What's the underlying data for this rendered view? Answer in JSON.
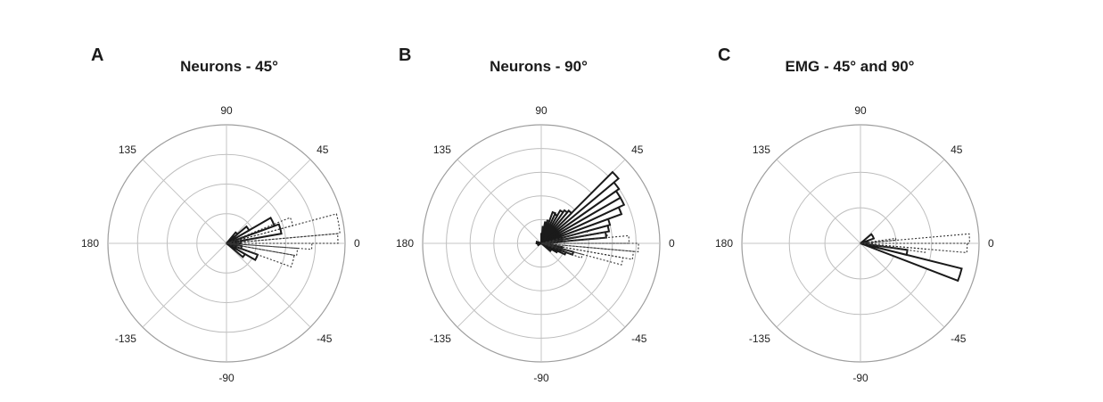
{
  "colors": {
    "solid": "#1a1a1a",
    "dotted": "#333333",
    "grid": "#bdbdbd"
  },
  "chart_data": [
    {
      "type": "polar-histogram",
      "letter": "A",
      "title": "Neurons - 45°",
      "angle_labels": [
        "0",
        "45",
        "90",
        "135",
        "180",
        "-135",
        "-90",
        "-45"
      ],
      "grid": true,
      "rmax": 1.0,
      "rings": [
        0.25,
        0.5,
        0.75,
        1.0
      ],
      "series": [
        {
          "style": "solid",
          "bins": [
            {
              "a0": -40,
              "a1": -30,
              "r": 0.18
            },
            {
              "a0": -30,
              "a1": -20,
              "r": 0.28
            },
            {
              "a0": -20,
              "a1": -10,
              "r": 0.13
            },
            {
              "a0": -10,
              "a1": 0,
              "r": 0.06
            },
            {
              "a0": 0,
              "a1": 10,
              "r": 0.12
            },
            {
              "a0": 10,
              "a1": 20,
              "r": 0.47
            },
            {
              "a0": 20,
              "a1": 30,
              "r": 0.43
            },
            {
              "a0": 30,
              "a1": 40,
              "r": 0.22
            },
            {
              "a0": 40,
              "a1": 50,
              "r": 0.12
            }
          ]
        },
        {
          "style": "dotted",
          "bins": [
            {
              "a0": -20,
              "a1": -10,
              "r": 0.58
            },
            {
              "a0": -10,
              "a1": -4,
              "r": 0.6
            },
            {
              "a0": -4,
              "a1": 0,
              "r": 0.72
            },
            {
              "a0": 0,
              "a1": 5,
              "r": 0.94
            },
            {
              "a0": 5,
              "a1": 15,
              "r": 0.96
            },
            {
              "a0": 15,
              "a1": 22,
              "r": 0.58
            }
          ]
        }
      ]
    },
    {
      "type": "polar-histogram",
      "letter": "B",
      "title": "Neurons - 90°",
      "angle_labels": [
        "0",
        "45",
        "90",
        "135",
        "180",
        "-135",
        "-90",
        "-45"
      ],
      "grid": true,
      "rmax": 1.0,
      "rings": [
        0.2,
        0.4,
        0.6,
        0.8,
        1.0
      ],
      "series": [
        {
          "style": "solid",
          "bins": [
            {
              "a0": 0,
              "a1": 5,
              "r": 0.08
            },
            {
              "a0": 5,
              "a1": 10,
              "r": 0.55
            },
            {
              "a0": 10,
              "a1": 15,
              "r": 0.58
            },
            {
              "a0": 15,
              "a1": 20,
              "r": 0.6
            },
            {
              "a0": 20,
              "a1": 25,
              "r": 0.72
            },
            {
              "a0": 25,
              "a1": 30,
              "r": 0.77
            },
            {
              "a0": 30,
              "a1": 35,
              "r": 0.77
            },
            {
              "a0": 35,
              "a1": 40,
              "r": 0.8
            },
            {
              "a0": 40,
              "a1": 45,
              "r": 0.85
            },
            {
              "a0": 45,
              "a1": 50,
              "r": 0.36
            },
            {
              "a0": 50,
              "a1": 55,
              "r": 0.34
            },
            {
              "a0": 55,
              "a1": 60,
              "r": 0.32
            },
            {
              "a0": 60,
              "a1": 65,
              "r": 0.27
            },
            {
              "a0": 65,
              "a1": 70,
              "r": 0.28
            },
            {
              "a0": 70,
              "a1": 75,
              "r": 0.2
            },
            {
              "a0": 75,
              "a1": 80,
              "r": 0.18
            },
            {
              "a0": 80,
              "a1": 85,
              "r": 0.14
            },
            {
              "a0": 85,
              "a1": 90,
              "r": 0.08
            },
            {
              "a0": -10,
              "a1": -5,
              "r": 0.08
            },
            {
              "a0": -15,
              "a1": -10,
              "r": 0.18
            },
            {
              "a0": -20,
              "a1": -15,
              "r": 0.28
            },
            {
              "a0": -25,
              "a1": -20,
              "r": 0.22
            },
            {
              "a0": -30,
              "a1": -25,
              "r": 0.15
            },
            {
              "a0": -40,
              "a1": -30,
              "r": 0.1
            },
            {
              "a0": 160,
              "a1": 180,
              "r": 0.04
            },
            {
              "a0": -180,
              "a1": -150,
              "r": 0.03
            }
          ]
        },
        {
          "style": "dotted",
          "bins": [
            {
              "a0": 0,
              "a1": 5,
              "r": 0.74
            },
            {
              "a0": 5,
              "a1": 10,
              "r": 0.56
            },
            {
              "a0": 10,
              "a1": 15,
              "r": 0.4
            },
            {
              "a0": -5,
              "a1": 0,
              "r": 0.82
            },
            {
              "a0": -10,
              "a1": -5,
              "r": 0.78
            },
            {
              "a0": -15,
              "a1": -10,
              "r": 0.7
            },
            {
              "a0": -20,
              "a1": -15,
              "r": 0.36
            }
          ]
        }
      ]
    },
    {
      "type": "polar-histogram",
      "letter": "C",
      "title": "EMG - 45° and 90°",
      "angle_labels": [
        "0",
        "45",
        "90",
        "135",
        "180",
        "-135",
        "-90",
        "-45"
      ],
      "grid": true,
      "rmax": 1.0,
      "rings": [
        0.3,
        0.6,
        1.0
      ],
      "series": [
        {
          "style": "solid",
          "bins": [
            {
              "a0": -21,
              "a1": -14,
              "r": 0.88
            },
            {
              "a0": -14,
              "a1": -8,
              "r": 0.4
            },
            {
              "a0": -8,
              "a1": -3,
              "r": 0.05
            },
            {
              "a0": 10,
              "a1": 20,
              "r": 0.06
            },
            {
              "a0": 20,
              "a1": 40,
              "r": 0.12
            }
          ]
        },
        {
          "style": "dotted",
          "bins": [
            {
              "a0": -8,
              "a1": -5,
              "r": 0.55
            },
            {
              "a0": -5,
              "a1": 0,
              "r": 0.9
            },
            {
              "a0": 0,
              "a1": 5,
              "r": 0.92
            },
            {
              "a0": 5,
              "a1": 8,
              "r": 0.3
            }
          ]
        }
      ]
    }
  ]
}
